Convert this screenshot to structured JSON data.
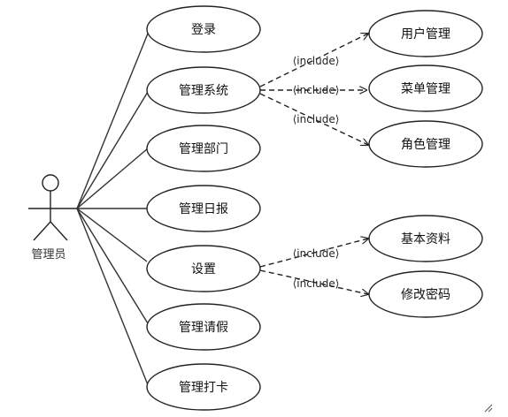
{
  "actor": {
    "label": "管理员"
  },
  "use_cases": [
    {
      "id": "login",
      "label": "登录"
    },
    {
      "id": "manage-system",
      "label": "管理系统"
    },
    {
      "id": "manage-department",
      "label": "管理部门"
    },
    {
      "id": "manage-daily-report",
      "label": "管理日报"
    },
    {
      "id": "settings",
      "label": "设置"
    },
    {
      "id": "manage-leave",
      "label": "管理请假"
    },
    {
      "id": "manage-clock-in",
      "label": "管理打卡"
    },
    {
      "id": "user-management",
      "label": "用户管理"
    },
    {
      "id": "menu-management",
      "label": "菜单管理"
    },
    {
      "id": "role-management",
      "label": "角色管理"
    },
    {
      "id": "basic-info",
      "label": "基本资料"
    },
    {
      "id": "change-password",
      "label": "修改密码"
    }
  ],
  "include_relations": [
    {
      "from": "manage-system",
      "to": "user-management",
      "label": "⟨include⟩"
    },
    {
      "from": "manage-system",
      "to": "menu-management",
      "label": "⟨include⟩"
    },
    {
      "from": "manage-system",
      "to": "role-management",
      "label": "⟨include⟩"
    },
    {
      "from": "settings",
      "to": "basic-info",
      "label": "⟨include⟩"
    },
    {
      "from": "settings",
      "to": "change-password",
      "label": "⟨include⟩"
    }
  ],
  "colors": {
    "stroke": "#222222",
    "association": "#333333",
    "background": "#ffffff"
  }
}
